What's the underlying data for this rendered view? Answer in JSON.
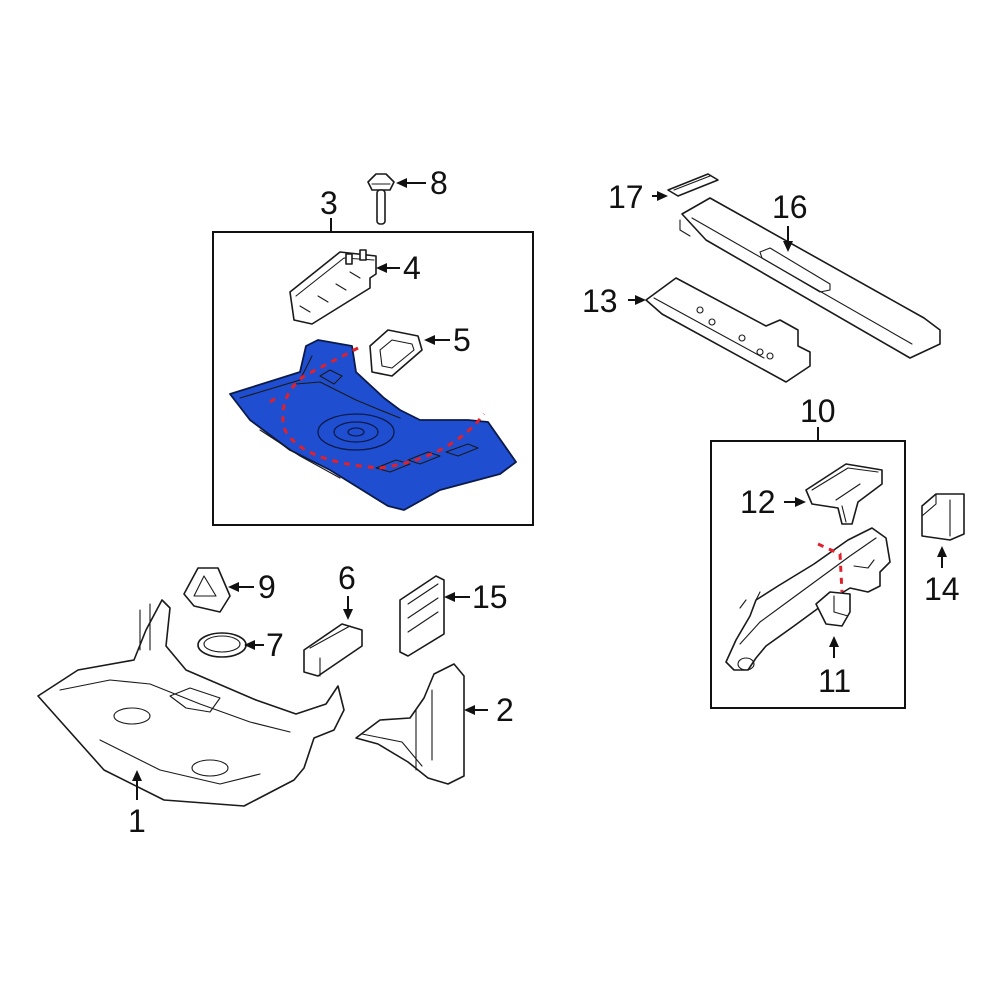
{
  "diagram": {
    "highlight_color": "#1f4fd0",
    "cutline_color": "#e0202a",
    "callouts": {
      "c1": "1",
      "c2": "2",
      "c3": "3",
      "c4": "4",
      "c5": "5",
      "c6": "6",
      "c7": "7",
      "c8": "8",
      "c9": "9",
      "c10": "10",
      "c11": "11",
      "c12": "12",
      "c13": "13",
      "c14": "14",
      "c15": "15",
      "c16": "16",
      "c17": "17"
    },
    "highlighted_part": "3"
  }
}
